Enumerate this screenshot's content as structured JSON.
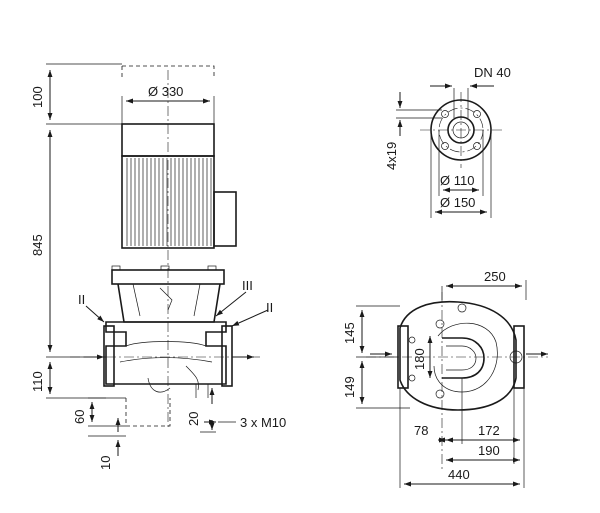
{
  "drawing": {
    "front_view": {
      "dim_motor_clearance": "100",
      "dim_motor_diameter": "Ø 330",
      "dim_total_height": "845",
      "dim_lower_height": "110",
      "dim_base_60": "60",
      "dim_base_10": "10",
      "dim_base_20": "20",
      "bolt_spec": "3 x M10",
      "view_label_left": "II",
      "view_label_right": "II",
      "view_label_center": "III"
    },
    "flange_view": {
      "nominal_diameter": "DN 40",
      "bolt_holes": "4x19",
      "bolt_circle": "Ø 110",
      "flange_outer": "Ø 150"
    },
    "top_view": {
      "dim_250": "250",
      "dim_145": "145",
      "dim_149": "149",
      "dim_180": "180",
      "dim_78": "78",
      "dim_172": "172",
      "dim_190": "190",
      "dim_440": "440"
    }
  }
}
